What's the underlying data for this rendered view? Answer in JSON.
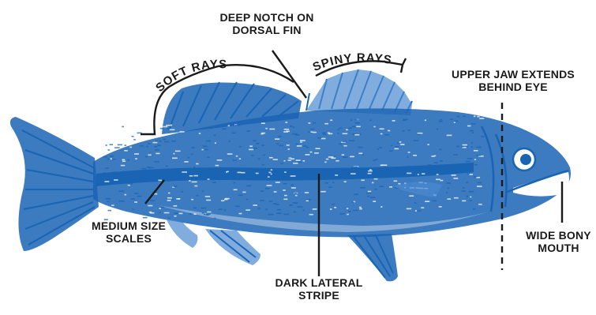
{
  "colors": {
    "fish": "#1a64b4",
    "fish_light": "#4a8ad0",
    "ink": "#1a1a1a",
    "background": "#ffffff"
  },
  "labels": {
    "deep_notch": {
      "line1": "DEEP NOTCH ON",
      "line2": "DORSAL FIN"
    },
    "soft_rays": "SOFT RAYS",
    "spiny_rays": "SPINY RAYS",
    "upper_jaw": {
      "line1": "UPPER JAW EXTENDS",
      "line2": "BEHIND EYE"
    },
    "medium_scales": {
      "line1": "MEDIUM SIZE",
      "line2": "SCALES"
    },
    "dark_stripe": {
      "line1": "DARK LATERAL",
      "line2": "STRIPE"
    },
    "wide_mouth": {
      "line1": "WIDE BONY",
      "line2": "MOUTH"
    }
  },
  "illustration": {
    "subject": "largemouth bass",
    "icon": "fish-illustration"
  }
}
